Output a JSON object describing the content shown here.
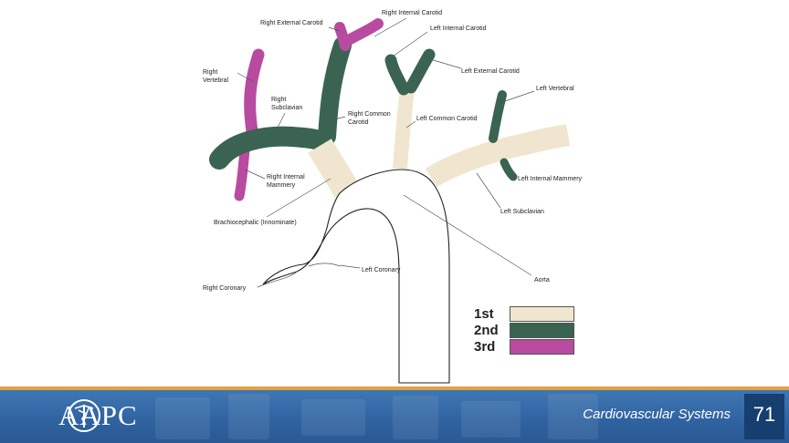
{
  "labels": {
    "right_external_carotid": "Right External Carotid",
    "right_internal_carotid": "Right Internal Carotid",
    "left_internal_carotid": "Left Internal Carotid",
    "left_external_carotid": "Left External Carotid",
    "right_vertebral_1": "Right",
    "right_vertebral_2": "Vertebral",
    "right_subclavian_1": "Right",
    "right_subclavian_2": "Subclavian",
    "right_common_carotid_1": "Right Common",
    "right_common_carotid_2": "Carotid",
    "left_common_carotid": "Left Common Carotid",
    "left_vertebral": "Left Vertebral",
    "right_internal_mammery_1": "Right Internal",
    "right_internal_mammery_2": "Mammery",
    "left_internal_mammery": "Left Internal Mammery",
    "left_subclavian": "Left Subclavian",
    "brachiocephalic": "Brachiocephalic (Innominate)",
    "left_coronary": "Left Coronary",
    "aorta": "Aorta",
    "right_coronary": "Right Coronary"
  },
  "legend": [
    {
      "label": "1st",
      "color": "#f0e6cf"
    },
    {
      "label": "2nd",
      "color": "#3b6352"
    },
    {
      "label": "3rd",
      "color": "#b84b9f"
    }
  ],
  "colors": {
    "first_order": "#f0e6cf",
    "second_order": "#3b6352",
    "third_order": "#b84b9f",
    "footer_blue": "#2f62a0",
    "accent_stripe": "#e0a347"
  },
  "footer": {
    "logo_text": "AAPC",
    "title": "Cardiovascular Systems",
    "page_number": "71"
  }
}
